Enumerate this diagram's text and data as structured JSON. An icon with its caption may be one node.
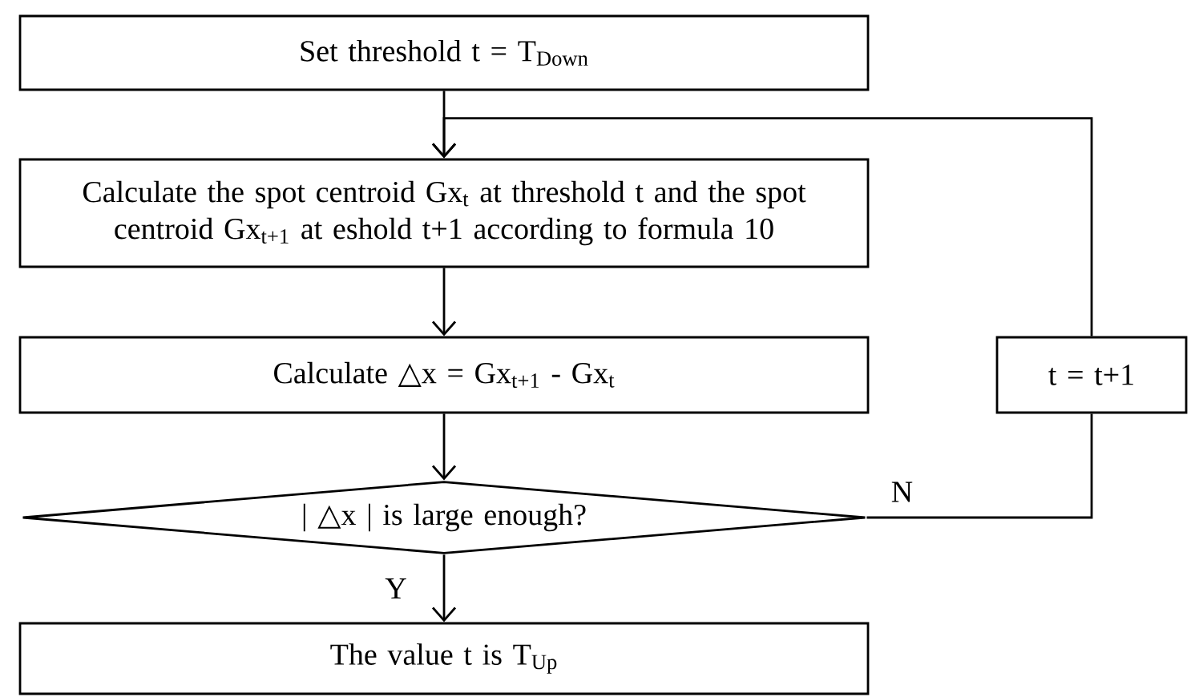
{
  "diagram": {
    "nodes": [
      {
        "text": [
          "Set threshold t = T$_{Down}$"
        ]
      },
      {
        "text": [
          "Calculate the spot centroid Gx$_{t}$ at threshold t and the spot centroid Gx$_{t+1}$ at eshold t+1 according to formula 10"
        ]
      },
      {
        "text": [
          "Calculate △x = Gx$_{t+1}$ - Gx$_{t}$"
        ]
      },
      {
        "text": [
          "| △x | is large enough?"
        ]
      },
      {
        "text": [
          "t  = t+1"
        ]
      },
      {
        "text": [
          "The value t is T$_{Up}$"
        ]
      }
    ],
    "edges": [
      {
        "from": 0,
        "to": 1,
        "arrow": "to"
      },
      {
        "from": 1,
        "to": 2,
        "arrow": "to"
      },
      {
        "from": 2,
        "to": 3,
        "arrow": "to"
      },
      {
        "from": 3,
        "to": 5,
        "arrow": "to",
        "label": "Y"
      },
      {
        "from": 3,
        "to": 4,
        "arrow": "none",
        "label": "N"
      },
      {
        "from": 4,
        "to": 1,
        "arrow": "to"
      }
    ]
  }
}
